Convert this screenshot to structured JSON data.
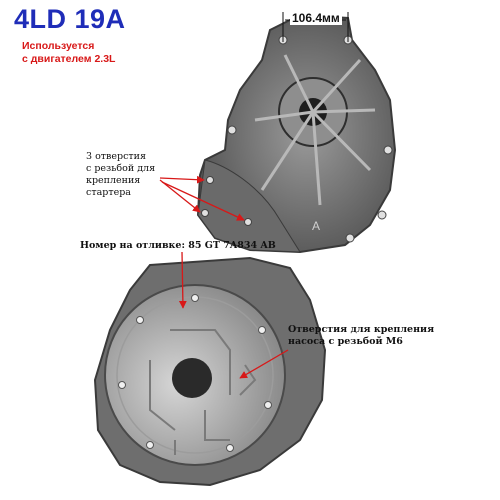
{
  "title": "4LD 19A",
  "usage_note": [
    "Используется",
    "с двигателем 2.3L"
  ],
  "dimension_label": "106.4мм",
  "starter_note": [
    "3 отверстия",
    "с резьбой для",
    "крепления",
    "стартера"
  ],
  "casting_number": "Номер на отливке: 85 GT 7A834 AB",
  "pump_note": [
    "Отверстия для крепления",
    "насоса с резьбой M6"
  ],
  "casting_marking": "A",
  "colors": {
    "title": "#1f2db8",
    "note": "#d81818",
    "arrow": "#d81818"
  }
}
